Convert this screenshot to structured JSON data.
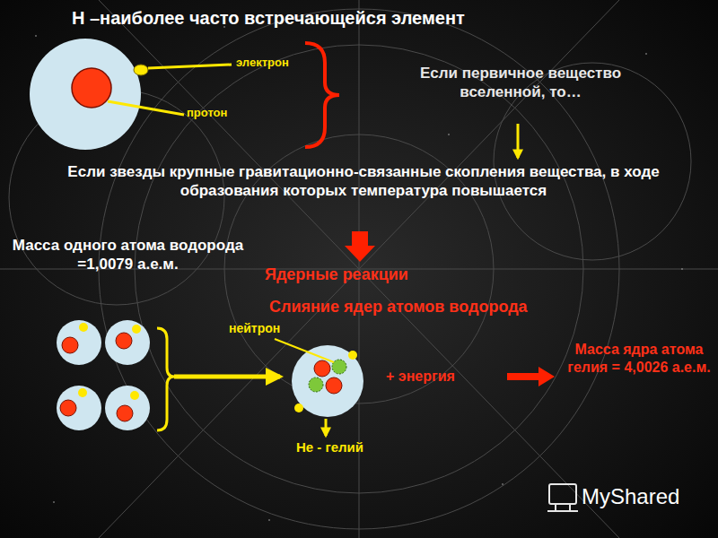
{
  "diagram": {
    "title": "H –наиболее часто встречающейся элемент",
    "labels": [
      "электрон",
      "протон",
      "Если первичное вещество вселенной, то…",
      "Если звезды крупные гравитационно-связанные скопления вещества, в ходе образования которых температура повышается",
      "Масса одного атома водорода =1,0079 а.е.м.",
      "Ядерные реакции",
      "Слияние ядер атомов водорода",
      "нейтрон",
      "+ энергия",
      "Масса ядра атома гелия = 4,0026 а.е.м.",
      "Не - гелий",
      "MyShared"
    ]
  }
}
